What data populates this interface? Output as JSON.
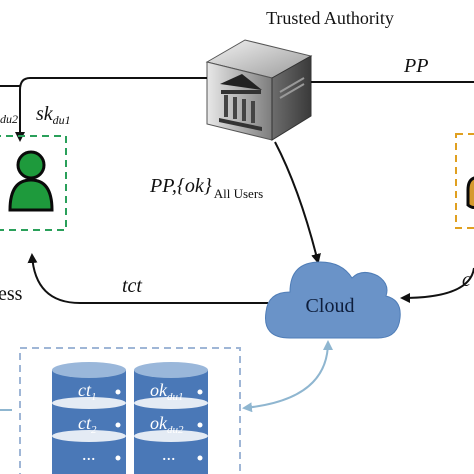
{
  "trusted_authority": {
    "label": "Trusted Authority",
    "icon": "building-server-icon"
  },
  "labels": {
    "pp_right": "PP",
    "sk_left_base": "sk",
    "sk_left_sub": "du1",
    "sk_cut_sub": "du2",
    "ta_to_cloud_main": "PP,{ok}",
    "ta_to_cloud_sub": "All Users",
    "tct": "tct",
    "c_cut": "c",
    "ess_cut": "ess"
  },
  "cloud": {
    "label": "Cloud",
    "fill": "#6a93c8"
  },
  "storage": {
    "fill": "#4a78b7",
    "left": {
      "rows": [
        {
          "base": "ct",
          "sub": "1"
        },
        {
          "base": "ct",
          "sub": "2"
        },
        {
          "base": "...",
          "sub": ""
        }
      ]
    },
    "right": {
      "rows": [
        {
          "base": "ok",
          "sub": "du1"
        },
        {
          "base": "ok",
          "sub": "du2"
        },
        {
          "base": "...",
          "sub": ""
        }
      ]
    }
  },
  "colors": {
    "user_green": "#1e9a3c",
    "user_box_border": "#2aa05a",
    "user_orange_border": "#e0a020",
    "storage_box_border": "#9fb6d6",
    "teal_arrow": "#8fb6d0"
  }
}
